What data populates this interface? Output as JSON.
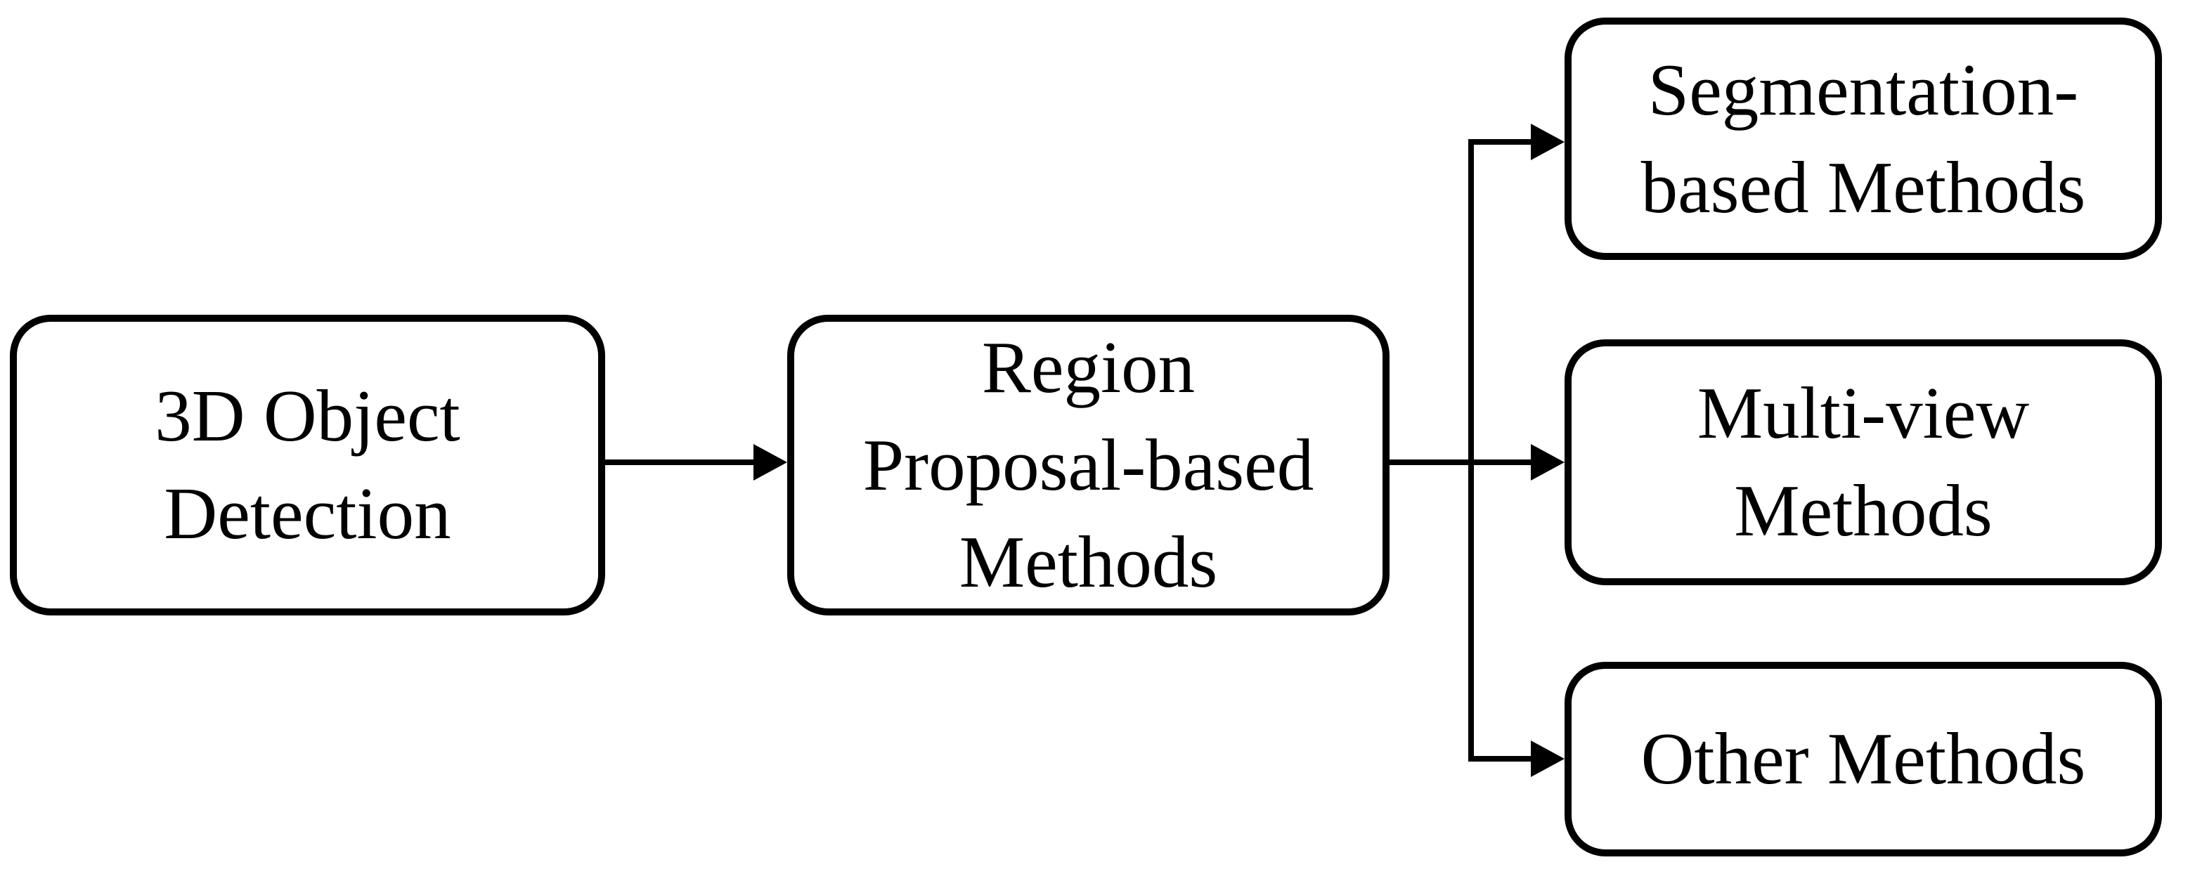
{
  "diagram": {
    "background_color": "#ffffff",
    "stroke_color": "#000000",
    "nodes": {
      "root": {
        "label": "3D Object Detection",
        "lines": [
          "3D Object",
          "Detection"
        ]
      },
      "parent": {
        "label": "Region Proposal-based Methods",
        "lines": [
          "Region",
          "Proposal-based",
          "Methods"
        ]
      },
      "child_segmentation": {
        "label": "Segmentation-based Methods",
        "lines": [
          "Segmentation-",
          "based Methods"
        ]
      },
      "child_multiview": {
        "label": "Multi-view Methods",
        "lines": [
          "Multi-view",
          "Methods"
        ]
      },
      "child_other": {
        "label": "Other Methods",
        "lines": [
          "Other Methods"
        ]
      }
    },
    "edges": [
      {
        "from": "3D Object Detection",
        "to": "Region Proposal-based Methods"
      },
      {
        "from": "Region Proposal-based Methods",
        "to": "Segmentation-based Methods"
      },
      {
        "from": "Region Proposal-based Methods",
        "to": "Multi-view Methods"
      },
      {
        "from": "Region Proposal-based Methods",
        "to": "Other Methods"
      }
    ]
  }
}
